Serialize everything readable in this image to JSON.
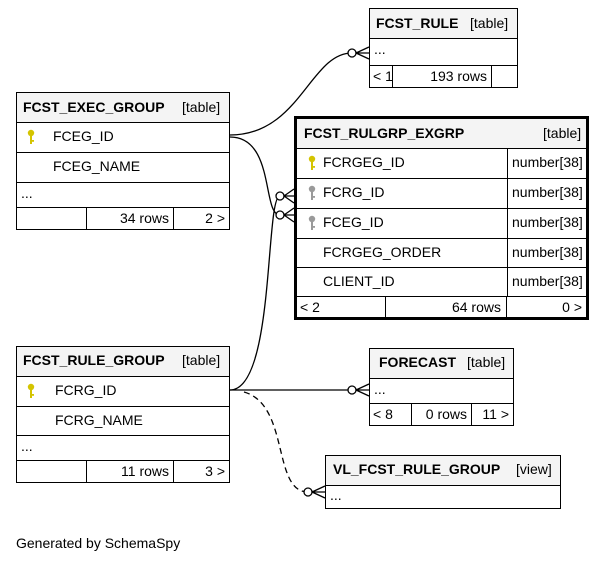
{
  "colors": {
    "primary_key": "#d4c400",
    "foreign_key": "#9a9a9a",
    "header_bg": "#f4f4f4"
  },
  "tables": {
    "fcst_rule": {
      "name": "FCST_RULE",
      "kind": "[table]",
      "ellipsis": "...",
      "parents_nav": "< 1",
      "rows": "193 rows"
    },
    "fcst_exec_group": {
      "name": "FCST_EXEC_GROUP",
      "kind": "[table]",
      "columns": [
        "FCEG_ID",
        "FCEG_NAME"
      ],
      "ellipsis": "...",
      "rows": "34 rows",
      "children_nav": "2 >"
    },
    "fcst_rulgrp_exgrp": {
      "name": "FCST_RULGRP_EXGRP",
      "kind": "[table]",
      "columns": [
        {
          "name": "FCRGEG_ID",
          "type": "number[38]"
        },
        {
          "name": "FCRG_ID",
          "type": "number[38]"
        },
        {
          "name": "FCEG_ID",
          "type": "number[38]"
        },
        {
          "name": "FCRGEG_ORDER",
          "type": "number[38]"
        },
        {
          "name": "CLIENT_ID",
          "type": "number[38]"
        }
      ],
      "parents_nav": "< 2",
      "rows": "64 rows",
      "children_nav": "0 >"
    },
    "fcst_rule_group": {
      "name": "FCST_RULE_GROUP",
      "kind": "[table]",
      "columns": [
        "FCRG_ID",
        "FCRG_NAME"
      ],
      "ellipsis": "...",
      "rows": "11 rows",
      "children_nav": "3 >"
    },
    "forecast": {
      "name": "FORECAST",
      "kind": "[table]",
      "ellipsis": "...",
      "parents_nav": "< 8",
      "rows": "0 rows",
      "children_nav": "11 >"
    },
    "vl_fcst_rule_group": {
      "name": "VL_FCST_RULE_GROUP",
      "kind": "[view]",
      "ellipsis": "..."
    }
  },
  "footer": "Generated by SchemaSpy"
}
